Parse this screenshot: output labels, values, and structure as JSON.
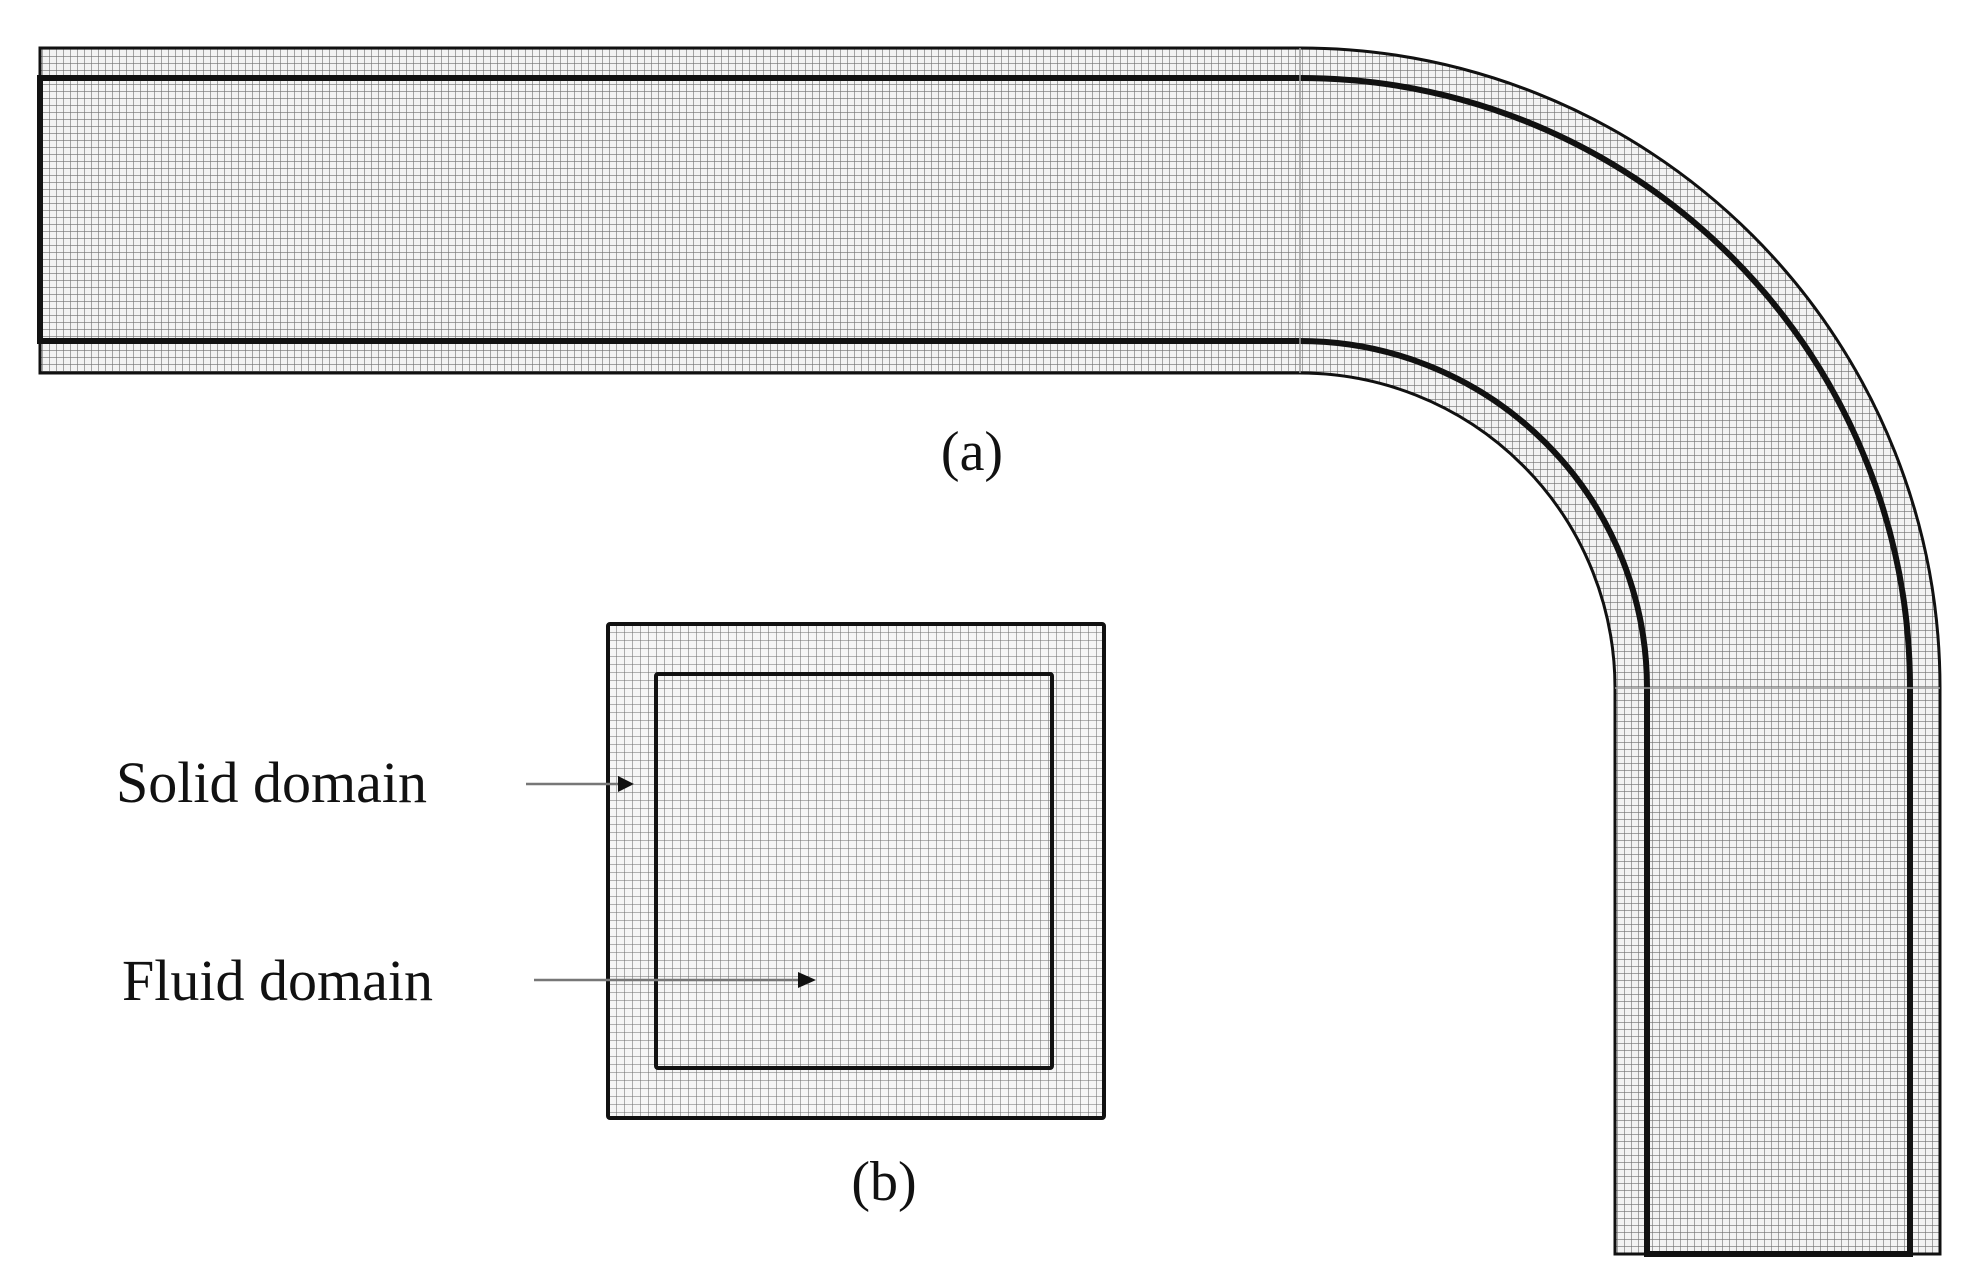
{
  "labels": {
    "panel_a": "(a)",
    "panel_b": "(b)",
    "solid_domain": "Solid domain",
    "fluid_domain": "Fluid domain"
  },
  "colors": {
    "background": "#ffffff",
    "mesh_line": "#6f6f6f",
    "boundary_line": "#111111",
    "text": "#111111"
  }
}
